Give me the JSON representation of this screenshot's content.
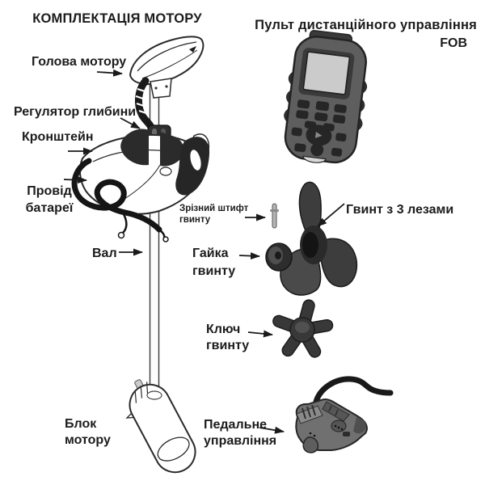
{
  "title": "КОМПЛЕКТАЦІЯ МОТОРУ",
  "remote_label": {
    "line1": "Пульт дистанційного управління",
    "line2": "FOB"
  },
  "labels": {
    "motor_head": "Голова мотору",
    "depth_regulator": "Регулятор глибини",
    "bracket": "Кронштейн",
    "battery_wire": "Провід\nбатареї",
    "shaft": "Вал",
    "shear_pin": "Зрізний штифт\nгвинту",
    "propeller": "Гвинт з 3 лезами",
    "prop_nut": "Гайка\nгвинту",
    "prop_wrench": "Ключ\nгвинту",
    "motor_unit": "Блок\nмотору",
    "foot_pedal": "Педальне\nуправління"
  },
  "colors": {
    "text": "#1c1c1c",
    "arrow": "#1a1a1a",
    "part_outline": "#2a2a2a",
    "part_white": "#ffffff",
    "part_dark": "#3a3a3a",
    "part_black": "#1a1a1a",
    "remote_body": "#5e5e5e",
    "remote_screen": "#cbcbcb",
    "pedal_body": "#707070",
    "background": "#ffffff"
  }
}
